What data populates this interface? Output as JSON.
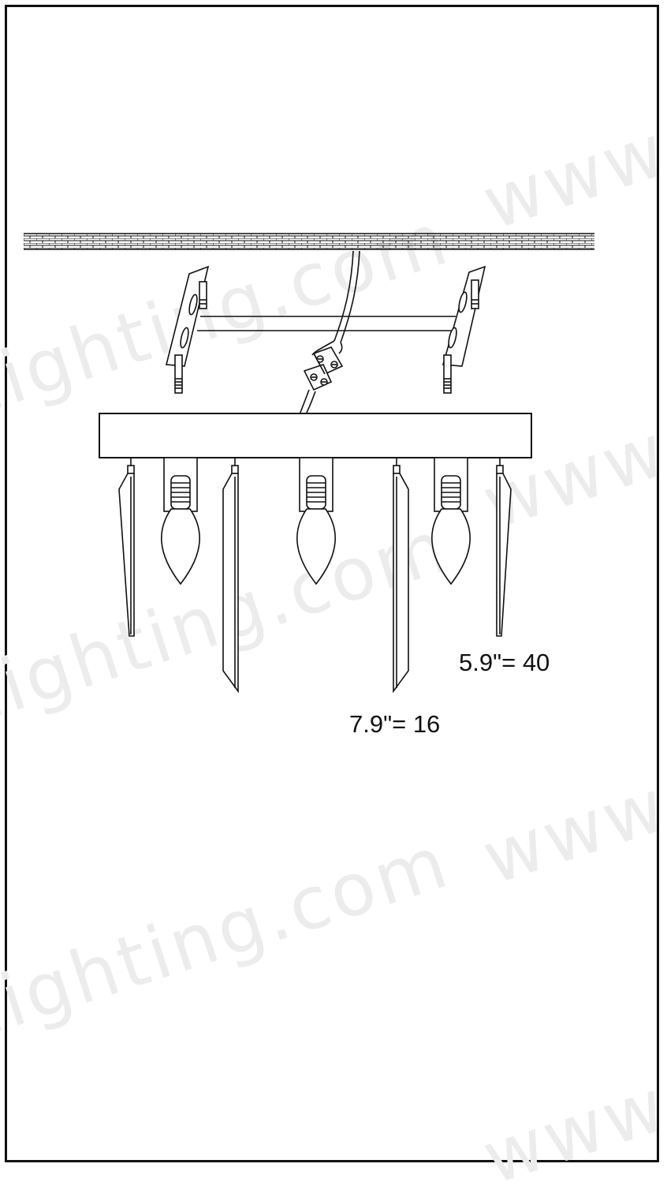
{
  "watermark": {
    "www": "www.",
    "lighting_com": "lighting.com"
  },
  "dimensions": {
    "short_crystal": "5.9\"= 40",
    "long_crystal": "7.9\"= 16"
  },
  "colors": {
    "line": "#111111",
    "watermark": "#ececec",
    "background": "#ffffff"
  }
}
